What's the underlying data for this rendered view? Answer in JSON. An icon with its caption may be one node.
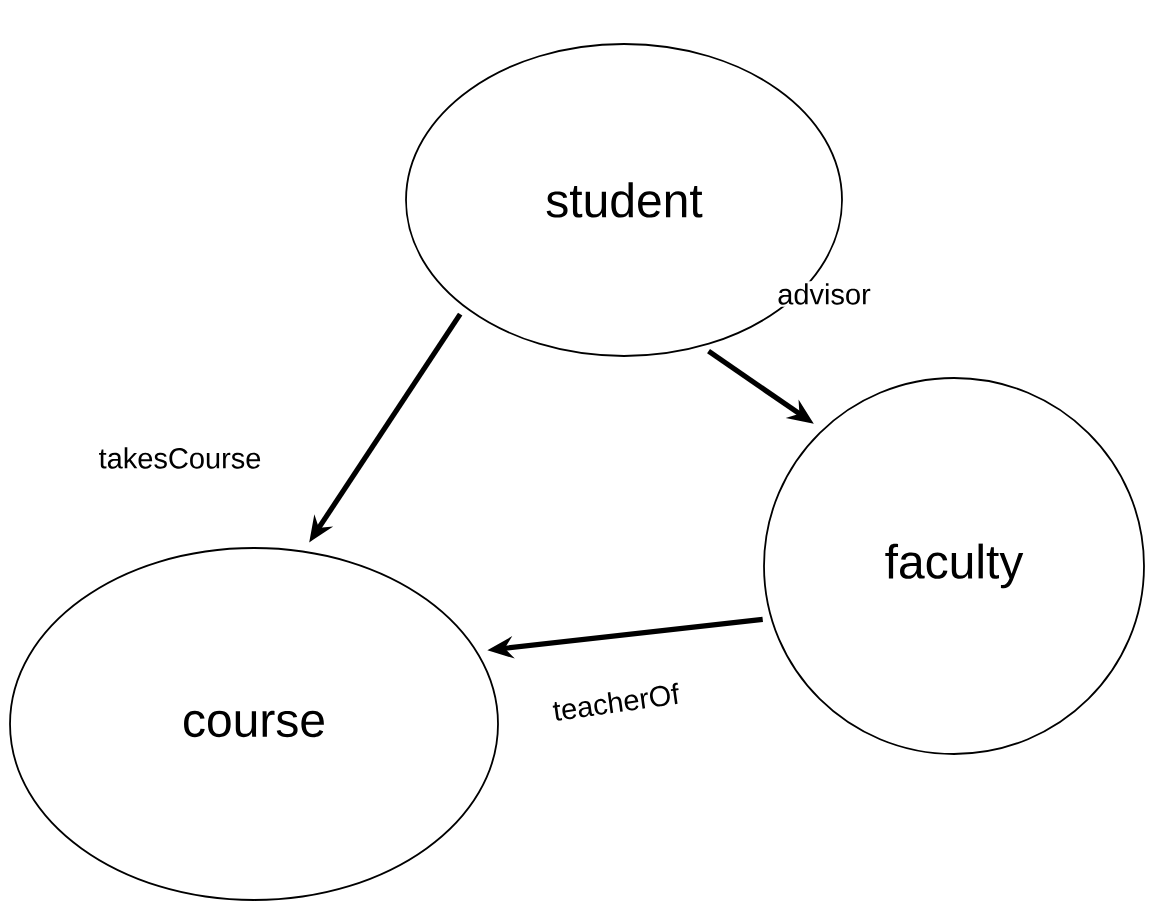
{
  "diagram": {
    "nodes": [
      {
        "text": [
          "student"
        ]
      },
      {
        "text": [
          "faculty"
        ]
      },
      {
        "text": [
          "course"
        ]
      }
    ],
    "edges": [
      {
        "from": 0,
        "to": 1,
        "arrow": "to",
        "label": "advisor"
      },
      {
        "from": 0,
        "to": 2,
        "arrow": "to",
        "label": "takesCourse"
      },
      {
        "from": 1,
        "to": 2,
        "arrow": "to",
        "label": "teacherOf"
      }
    ]
  }
}
